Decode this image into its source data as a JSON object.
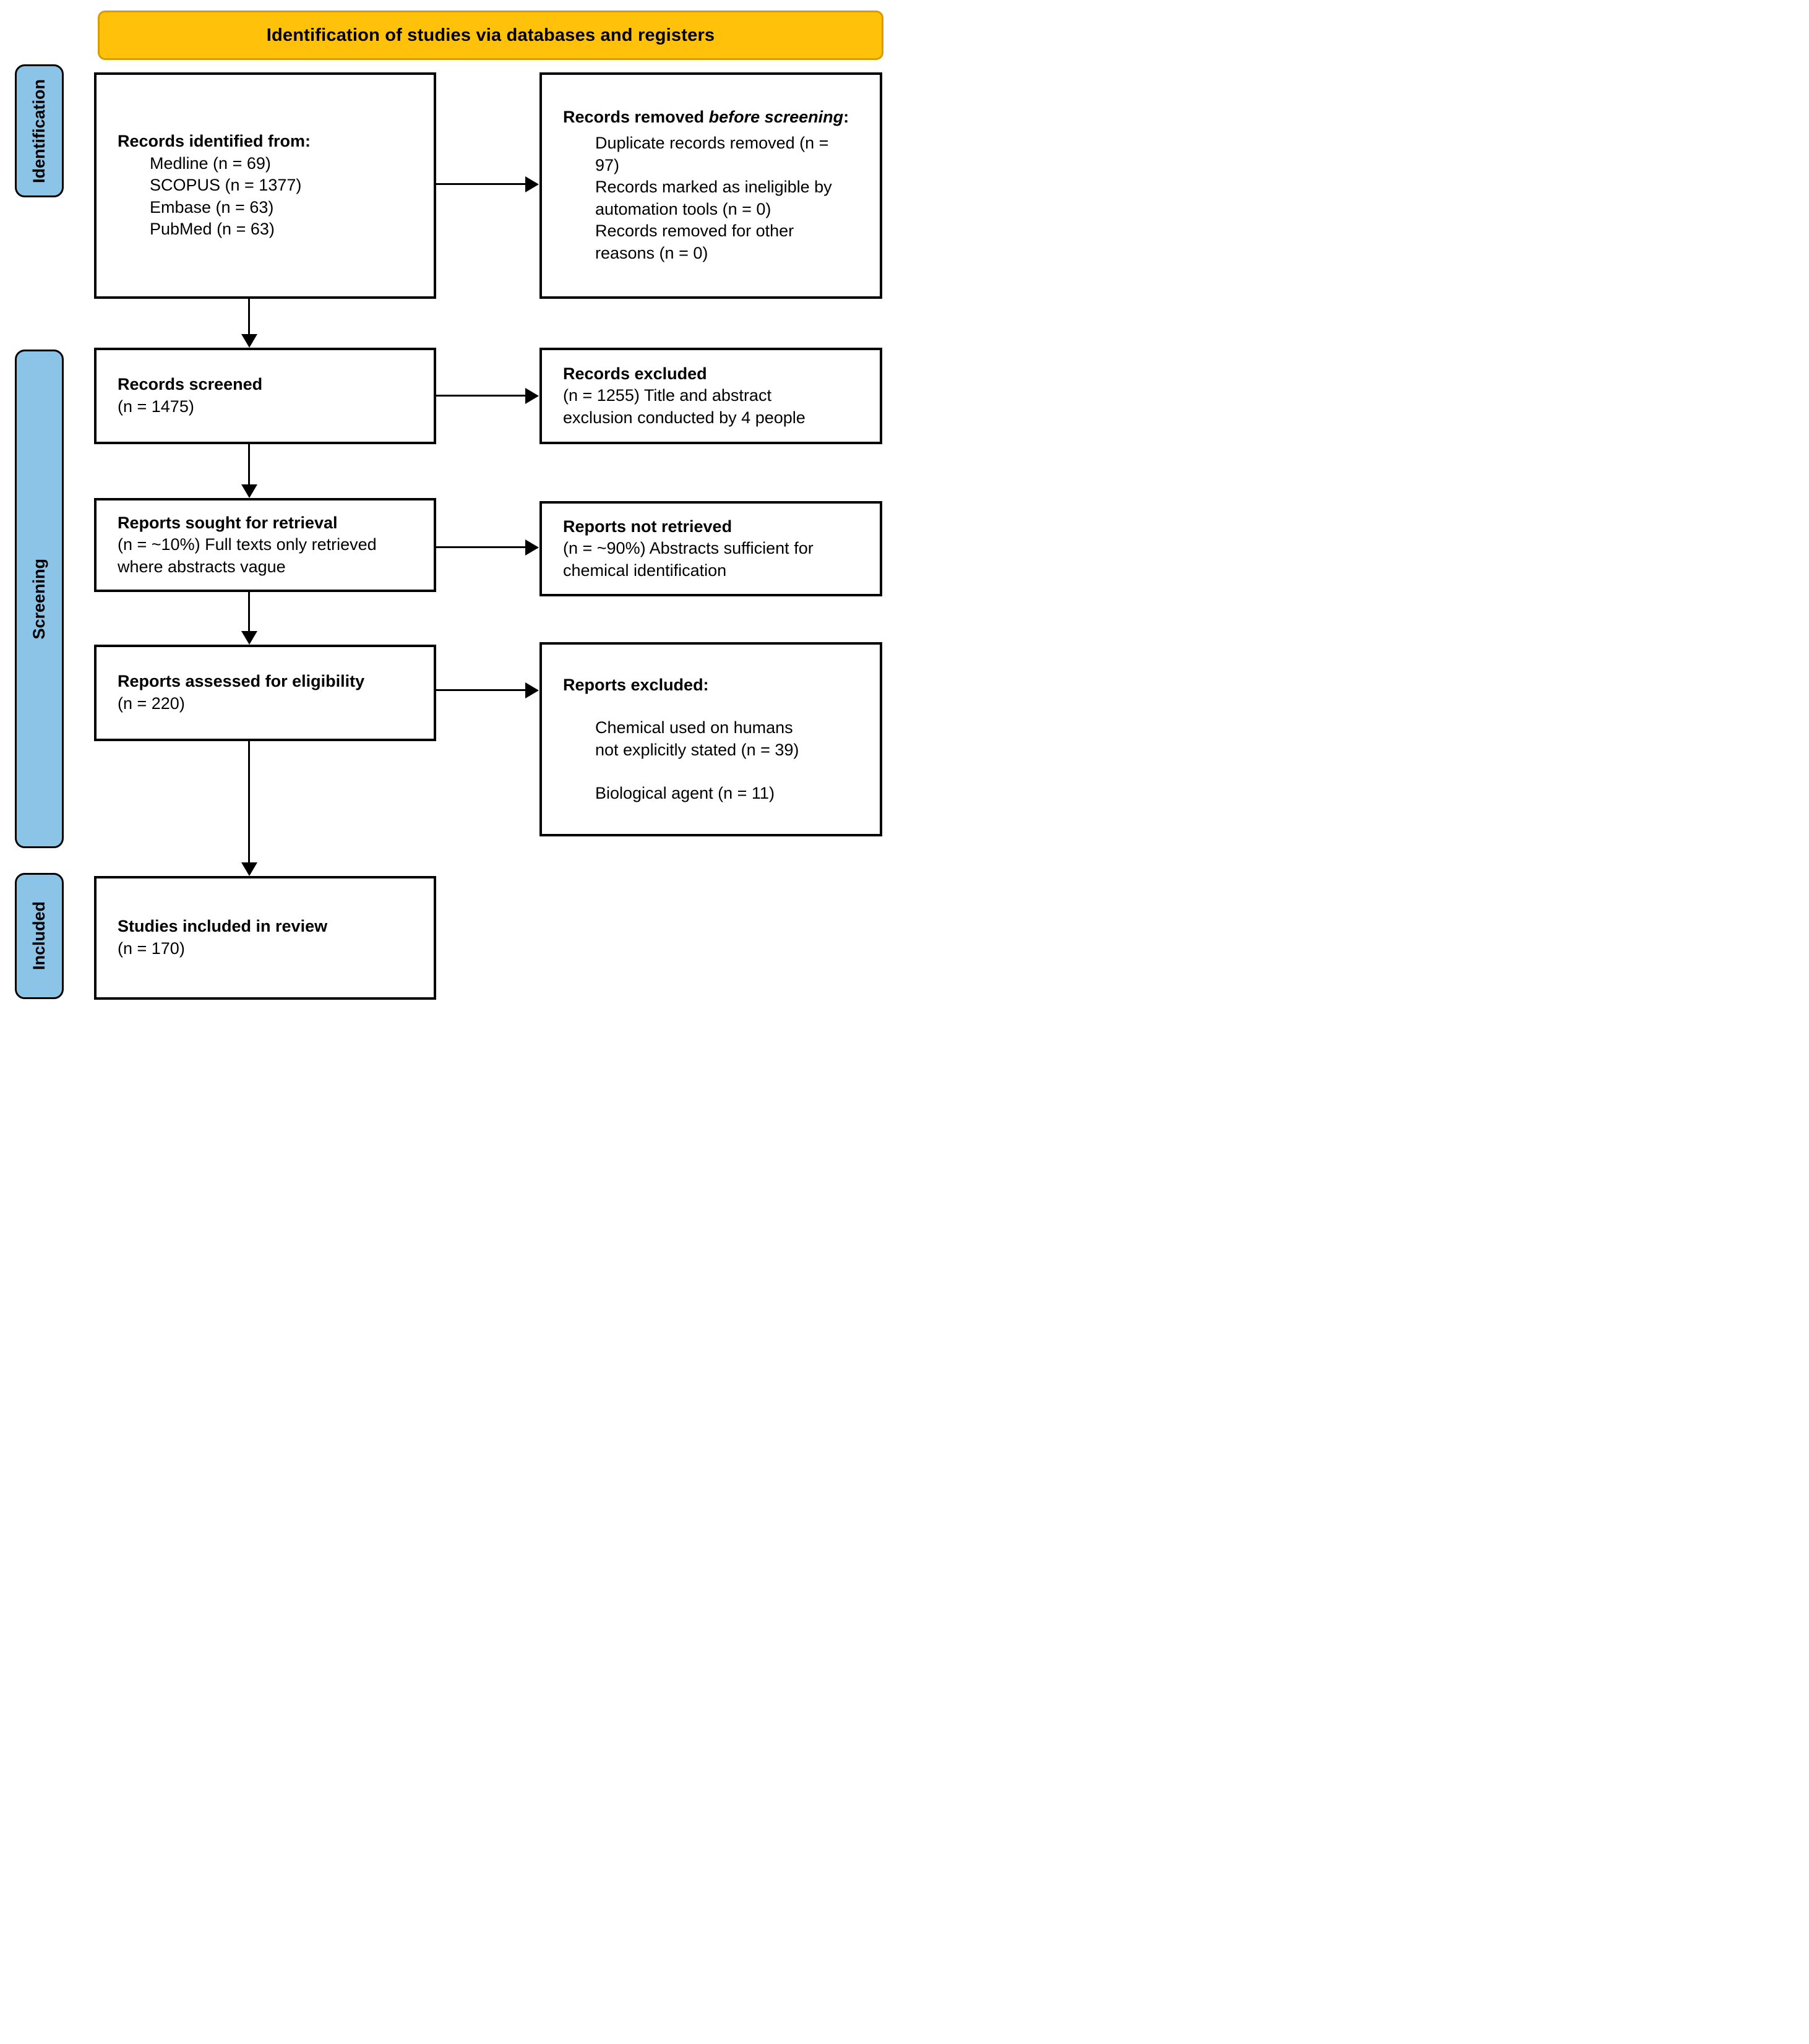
{
  "colors": {
    "banner_bg": "#FFC10A",
    "banner_border": "#D89B00",
    "sidebar_bg": "#8CC4E8",
    "ink": "#000000",
    "box_bg": "#ffffff"
  },
  "banner": {
    "title": "Identification of studies via databases and registers"
  },
  "sidebar": {
    "items": [
      {
        "label": "Identification"
      },
      {
        "label": "Screening"
      },
      {
        "label": "Included"
      }
    ]
  },
  "boxes": {
    "records_identified": {
      "title": "Records identified from:",
      "items": [
        "Medline (n = 69)",
        "SCOPUS (n = 1377)",
        "Embase (n = 63)",
        "PubMed (n = 63)"
      ]
    },
    "records_removed": {
      "title_prefix": "Records removed ",
      "title_italic": "before screening",
      "title_suffix": ":",
      "items": [
        "Duplicate records removed (n = 97)",
        "Records marked as ineligible by automation tools (n = 0)",
        "Records removed for other reasons (n = 0)"
      ]
    },
    "records_screened": {
      "title": "Records screened",
      "body": "(n = 1475)"
    },
    "records_excluded": {
      "title": "Records excluded",
      "body": "(n = 1255) Title and abstract exclusion conducted by 4 people"
    },
    "reports_sought": {
      "title": "Reports sought for retrieval",
      "body": "(n = ~10%) Full texts only retrieved where abstracts vague"
    },
    "reports_not_retrieved": {
      "title": "Reports not retrieved",
      "body": "(n = ~90%) Abstracts sufficient for chemical identification"
    },
    "reports_assessed": {
      "title": "Reports assessed for eligibility",
      "body": "(n = 220)"
    },
    "reports_excluded": {
      "title": "Reports excluded:",
      "items": [
        "Chemical used on humans not explicitly stated (n = 39)",
        "Biological agent (n = 11)"
      ]
    },
    "studies_included": {
      "title": "Studies included in review",
      "body": "(n = 170)"
    }
  }
}
